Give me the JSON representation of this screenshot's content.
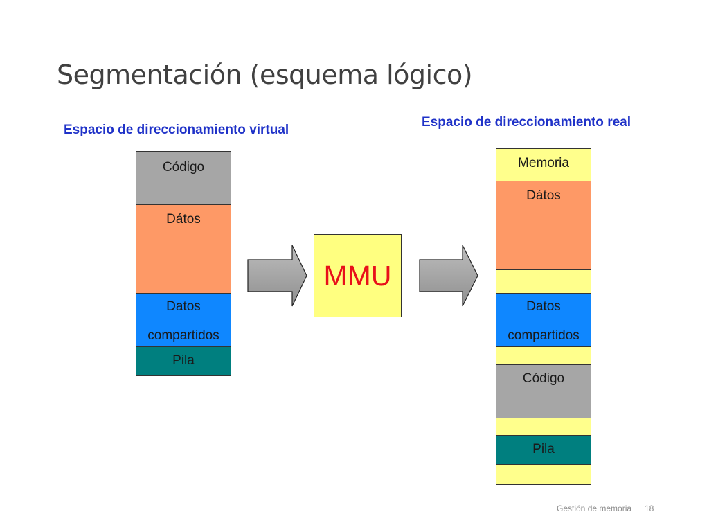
{
  "title": "Segmentación (esquema lógico)",
  "virtual_space": {
    "label": "Espacio de direccionamiento virtual",
    "segments": {
      "codigo": "Código",
      "datos": "Dátos",
      "compartidos_line1": "Datos",
      "compartidos_line2": "compartidos",
      "pila": "Pila"
    }
  },
  "mmu": {
    "label": "MMU"
  },
  "real_space": {
    "label": "Espacio de direccionamiento real",
    "segments": {
      "memoria": "Memoria",
      "datos": "Dátos",
      "compartidos_line1": "Datos",
      "compartidos_line2": "compartidos",
      "codigo": "Código",
      "pila": "Pila"
    }
  },
  "footer": {
    "text": "Gestión de memoria",
    "page": "18"
  },
  "colors": {
    "codigo": "#a6a6a6",
    "datos": "#fe9966",
    "compartidos": "#0f87ff",
    "pila": "#007f7f",
    "free_memory": "#ffff8c",
    "mmu_fill": "#ffff80",
    "mmu_text": "#e8101a",
    "space_labels": "#1f32c8",
    "arrows": "#a6a6a6"
  }
}
